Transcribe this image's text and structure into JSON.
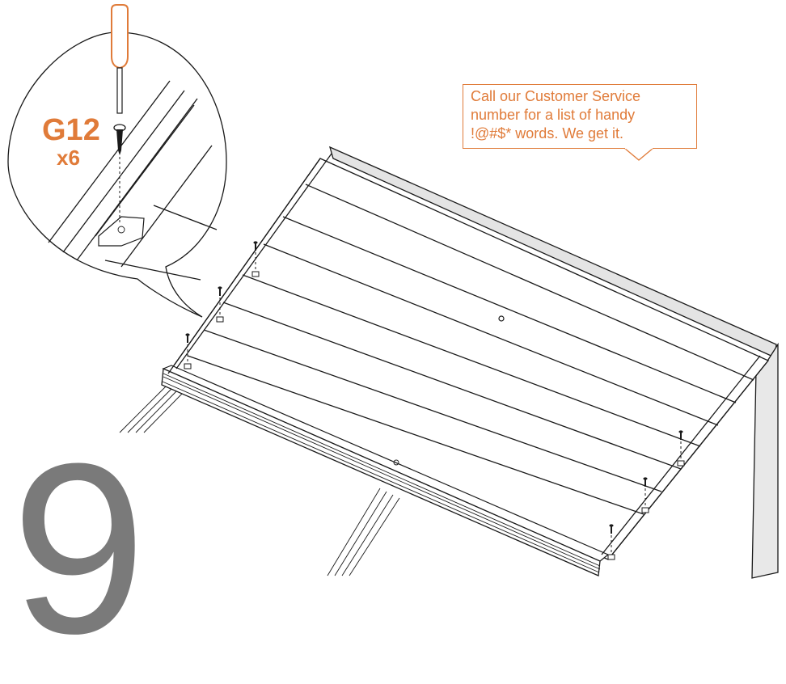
{
  "step": {
    "number": "9"
  },
  "callout": {
    "part_code": "G12",
    "quantity": "x6"
  },
  "tip": {
    "line1": "Call our Customer Service",
    "line2": "number for a list of handy",
    "line3": "!@#$* words. We get it."
  },
  "colors": {
    "accent": "#e07b39",
    "step_number": "#7a7a7a",
    "line": "#1a1a1a"
  },
  "icons": {
    "tool": "screwdriver-icon",
    "fastener": "screw-icon"
  }
}
